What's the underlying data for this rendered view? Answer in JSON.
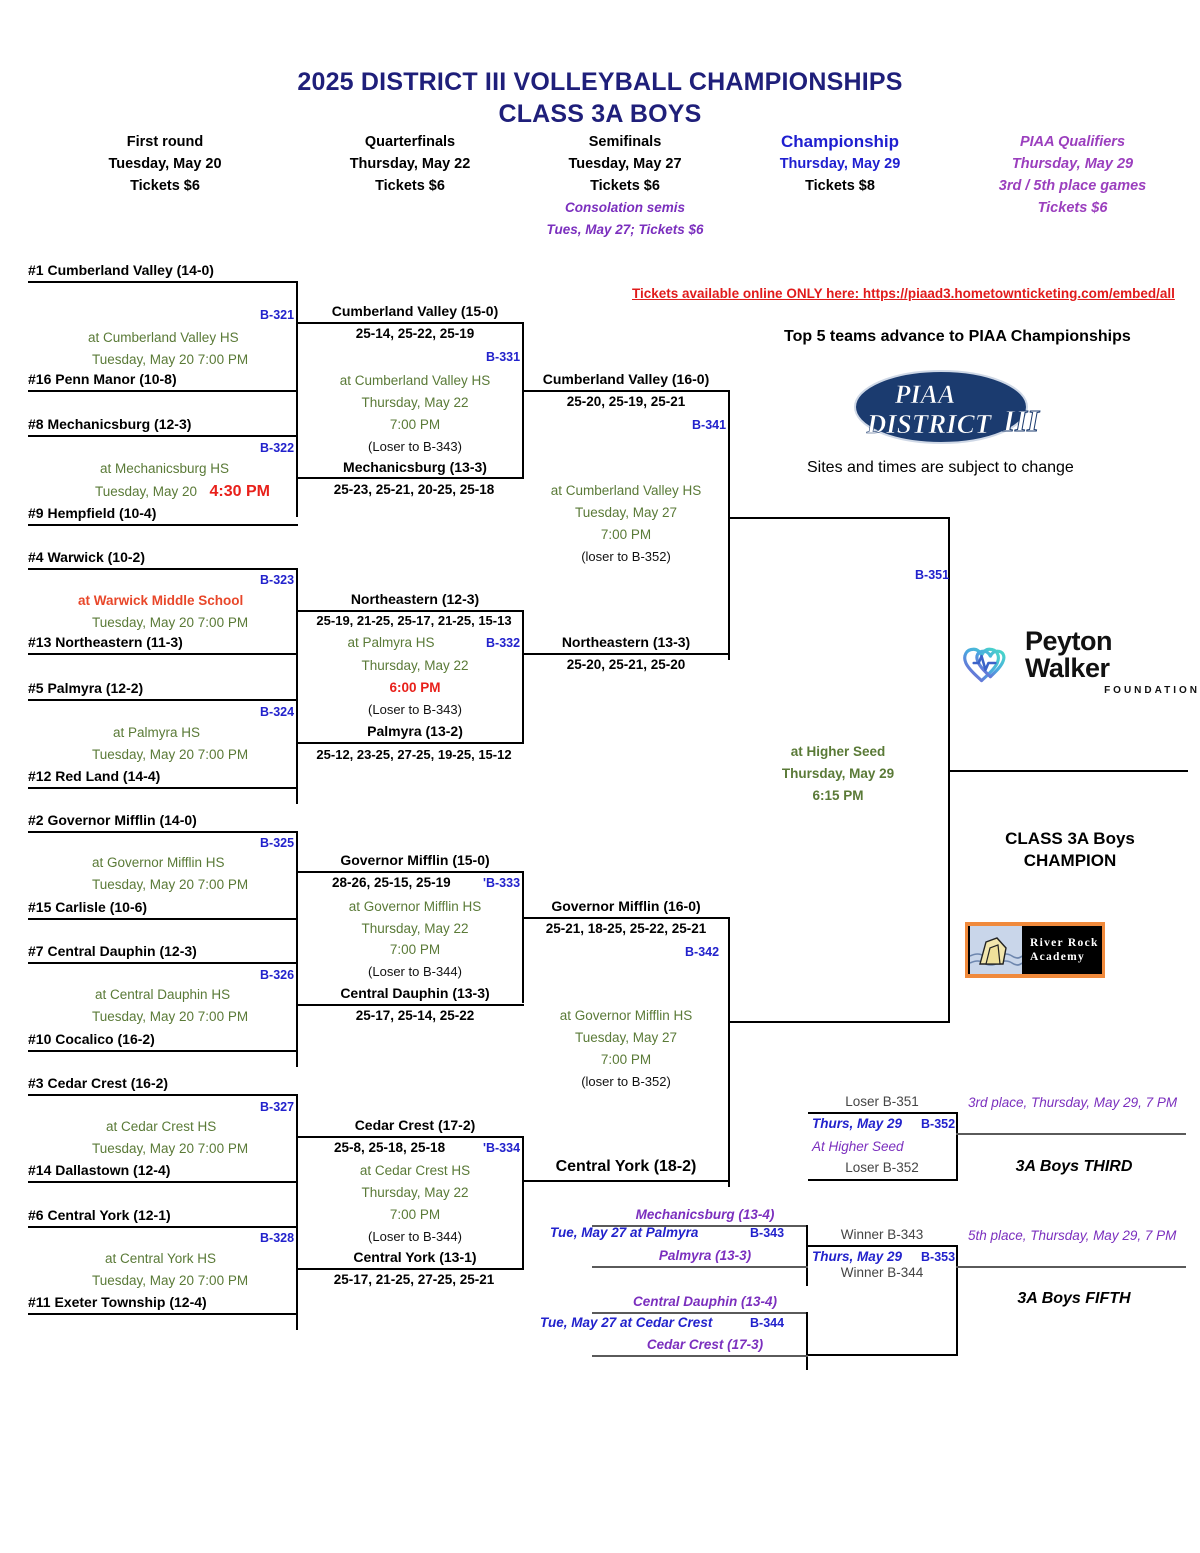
{
  "header": {
    "title_line1": "2025 DISTRICT III VOLLEYBALL CHAMPIONSHIPS",
    "title_line2": "CLASS 3A BOYS",
    "columns": [
      {
        "name": "First round",
        "date": "Tuesday, May 20",
        "tickets": "Tickets $6"
      },
      {
        "name": "Quarterfinals",
        "date": "Thursday, May 22",
        "tickets": "Tickets $6"
      },
      {
        "name": "Semifinals",
        "date": "Tuesday, May 27",
        "tickets": "Tickets $6",
        "extra1": "Consolation semis",
        "extra2": "Tues, May 27; Tickets $6"
      },
      {
        "name": "Championship",
        "date": "Thursday, May 29",
        "tickets": "Tickets $8"
      },
      {
        "name": "PIAA Qualifiers",
        "date": "Thursday, May 29",
        "extra1": "3rd / 5th place games",
        "tickets": "Tickets $6"
      }
    ]
  },
  "notes": {
    "ticket_link": "Tickets available online ONLY here: https://piaad3.hometownticketing.com/embed/all",
    "top5": "Top 5 teams advance to PIAA Championships",
    "sites": "Sites and times are subject to change",
    "piaa_logo_line1": "PIAA",
    "piaa_logo_line2": "DISTRICT",
    "piaa_logo_numeral": "III",
    "peyton_name": "Peyton Walker",
    "peyton_sub": "FOUNDATION",
    "riverrock_line1": "River Rock",
    "riverrock_line2": "Academy",
    "champion_line1": "CLASS 3A Boys",
    "champion_line2": "CHAMPION"
  },
  "first_round": [
    {
      "code": "B-321",
      "top": "#1 Cumberland Valley (14-0)",
      "bottom": "#16 Penn Manor (10-8)",
      "site": "at Cumberland Valley HS",
      "datetime": "Tuesday, May 20  7:00 PM"
    },
    {
      "code": "B-322",
      "top": "#8 Mechanicsburg (12-3)",
      "bottom": "#9 Hempfield (10-4)",
      "site": "at Mechanicsburg HS",
      "date": "Tuesday, May 20",
      "time": "4:30 PM",
      "time_red": true
    },
    {
      "code": "B-323",
      "top": "#4 Warwick (10-2)",
      "bottom": "#13 Northeastern (11-3)",
      "site": "at Warwick Middle School",
      "site_red": true,
      "datetime": "Tuesday, May 20  7:00 PM"
    },
    {
      "code": "B-324",
      "top": "#5 Palmyra (12-2)",
      "bottom": "#12 Red Land (14-4)",
      "site": "at Palmyra HS",
      "datetime": "Tuesday, May 20  7:00 PM"
    },
    {
      "code": "B-325",
      "top": "#2 Governor Mifflin (14-0)",
      "bottom": "#15 Carlisle (10-6)",
      "site": "at Governor Mifflin HS",
      "datetime": "Tuesday, May 20  7:00 PM"
    },
    {
      "code": "B-326",
      "top": "#7 Central Dauphin (12-3)",
      "bottom": "#10 Cocalico (16-2)",
      "site": "at Central Dauphin HS",
      "datetime": "Tuesday, May 20  7:00 PM"
    },
    {
      "code": "B-327",
      "top": "#3 Cedar Crest (16-2)",
      "bottom": "#14 Dallastown (12-4)",
      "site": "at Cedar Crest HS",
      "datetime": "Tuesday, May 20  7:00 PM"
    },
    {
      "code": "B-328",
      "top": "#6 Central York (12-1)",
      "bottom": "#11 Exeter Township (12-4)",
      "site": "at Central York HS",
      "datetime": "Tuesday, May 20  7:00 PM"
    }
  ],
  "quarterfinals": [
    {
      "code": "B-331",
      "top_team": "Cumberland Valley (15-0)",
      "top_score": "25-14, 25-22, 25-19",
      "bottom_team": "Mechanicsburg (13-3)",
      "bottom_score": "25-23, 25-21, 20-25, 25-18",
      "site": "at Cumberland Valley HS",
      "date": "Thursday, May 22",
      "time": "7:00 PM",
      "loser": "(Loser to B-343)"
    },
    {
      "code": "B-332",
      "top_team": "Northeastern (12-3)",
      "top_score": "25-19, 21-25, 25-17, 21-25, 15-13",
      "bottom_team": "Palmyra (13-2)",
      "bottom_score": "25-12, 23-25, 27-25, 19-25, 15-12",
      "site": "at Palmyra HS",
      "date": "Thursday, May 22",
      "time": "6:00 PM",
      "time_red": true,
      "loser": "(Loser to B-343)"
    },
    {
      "code": "'B-333",
      "top_team": "Governor Mifflin (15-0)",
      "top_score": "28-26, 25-15, 25-19",
      "bottom_team": "Central Dauphin (13-3)",
      "bottom_score": "25-17, 25-14, 25-22",
      "site": "at Governor Mifflin HS",
      "date": "Thursday, May 22",
      "time": "7:00 PM",
      "loser": "(Loser to B-344)"
    },
    {
      "code": "'B-334",
      "top_team": "Cedar Crest (17-2)",
      "top_score": "25-8, 25-18, 25-18",
      "bottom_team": "Central York (13-1)",
      "bottom_score": "25-17, 21-25, 27-25, 25-21",
      "site": "at Cedar Crest HS",
      "date": "Thursday, May 22",
      "time": "7:00 PM",
      "loser": "(Loser to B-344)"
    }
  ],
  "semifinals": [
    {
      "code": "B-341",
      "top_team": "Cumberland Valley (16-0)",
      "top_score": "25-20, 25-19, 25-21",
      "bottom_team": "Northeastern (13-3)",
      "bottom_score": "25-20, 25-21, 25-20",
      "site": "at Cumberland Valley HS",
      "date": "Tuesday, May 27",
      "time": "7:00 PM",
      "loser": "(loser to B-352)"
    },
    {
      "code": "B-342",
      "top_team": "Governor Mifflin (16-0)",
      "top_score": "25-21, 18-25, 25-22, 25-21",
      "bottom_team": "Central York (18-2)",
      "bottom_score": "",
      "site": "at Governor Mifflin HS",
      "date": "Tuesday, May 27",
      "time": "7:00 PM",
      "loser": "(loser to B-352)"
    }
  ],
  "championship": {
    "code": "B-351",
    "site": "at Higher Seed",
    "date": "Thursday, May 29",
    "time": "6:15 PM"
  },
  "consolation_semis": [
    {
      "code": "B-343",
      "top_team": "Mechanicsburg (13-4)",
      "bottom_team": "Palmyra (13-3)",
      "info": "Tue, May 27 at Palmyra"
    },
    {
      "code": "B-344",
      "top_team": "Central Dauphin (13-4)",
      "bottom_team": "Cedar Crest (17-3)",
      "info": "Tue, May 27 at Cedar Crest"
    }
  ],
  "placement_games": [
    {
      "code": "B-352",
      "top": "Loser B-351",
      "bottom": "Loser B-352",
      "info": "Thurs, May 29",
      "seed": "At Higher Seed",
      "place_note": "3rd place, Thursday, May 29, 7 PM",
      "result": "3A Boys THIRD"
    },
    {
      "code": "B-353",
      "top": "Winner B-343",
      "bottom": "Winner B-344",
      "info": "Thurs, May 29",
      "seed": "",
      "place_note": "5th place, Thursday, May 29, 7 PM",
      "result": "3A Boys FIFTH"
    }
  ]
}
